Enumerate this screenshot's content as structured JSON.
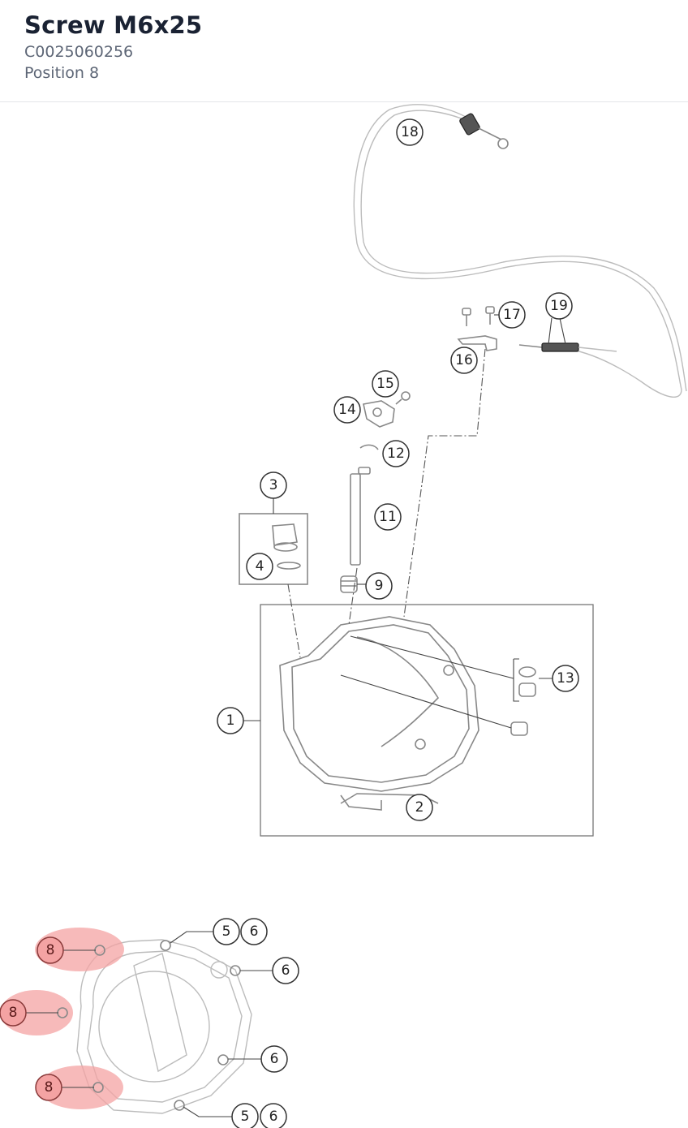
{
  "header": {
    "title": "Screw M6x25",
    "code": "C0025060256",
    "position": "Position 8"
  },
  "diagram": {
    "callouts": {
      "c1": "1",
      "c2": "2",
      "c3": "3",
      "c4": "4",
      "c5a": "5",
      "c6a": "6",
      "c6b": "6",
      "c6c": "6",
      "c5b": "5",
      "c6d": "6",
      "c8a": "8",
      "c8b": "8",
      "c8c": "8",
      "c9": "9",
      "c11": "11",
      "c12": "12",
      "c13": "13",
      "c14": "14",
      "c15": "15",
      "c16": "16",
      "c17": "17",
      "c18": "18",
      "c19": "19"
    },
    "highlight_color": "#f4a3a3",
    "highlighted_position": "8"
  }
}
